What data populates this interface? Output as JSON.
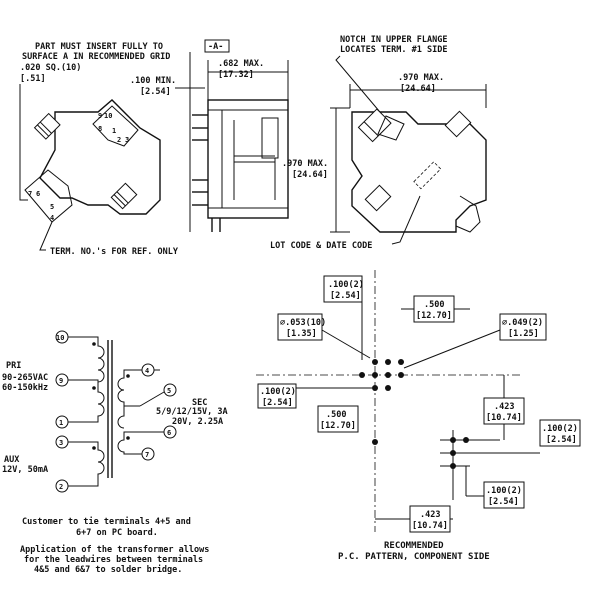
{
  "notes": {
    "insert_line1": "PART MUST INSERT FULLY TO",
    "insert_line2": "SURFACE A IN RECOMMENDED GRID",
    "grid_line1": ".020 SQ.(10)",
    "grid_line2": "[.51]",
    "term_ref": "TERM. NO.'s FOR REF. ONLY",
    "notch_line1": "NOTCH IN UPPER FLANGE",
    "notch_line2": "LOCATES TERM. #1 SIDE",
    "lot_code": "LOT CODE & DATE CODE",
    "tie_line1": "Customer to tie terminals 4+5 and",
    "tie_line2": "6+7 on PC board.",
    "app_line1": "Application of the transformer allows",
    "app_line2": "for the leadwires between terminals",
    "app_line3": "4&5 and 6&7 to solder bridge.",
    "rec_line1": "RECOMMENDED",
    "rec_line2": "P.C. PATTERN, COMPONENT SIDE"
  },
  "dims": {
    "datum": "-A-",
    "min100_in": ".100 MIN.",
    "min100_mm": "[2.54]",
    "max682_in": ".682 MAX.",
    "max682_mm": "[17.32]",
    "w970_in": ".970 MAX.",
    "w970_mm": "[24.64]",
    "h970_in": ".970 MAX.",
    "h970_mm": "[24.64]"
  },
  "pins_top": {
    "p9": "9",
    "p10": "10",
    "p8": "8",
    "p1": "1",
    "p2": "2",
    "p3": "3",
    "p7": "7",
    "p6": "6",
    "p5": "5",
    "p4": "4"
  },
  "schematic": {
    "pri_line1": "PRI",
    "pri_line2": "90-265VAC",
    "pri_line3": "60-150kHz",
    "aux_line1": "AUX",
    "aux_line2": "12V, 50mA",
    "sec_line1": "SEC",
    "sec_line2": "5/9/12/15V, 3A",
    "sec_line3": "20V, 2.25A",
    "t10": "10",
    "t9": "9",
    "t1": "1",
    "t3": "3",
    "t2": "2",
    "t4": "4",
    "t5": "5",
    "t6": "6",
    "t7": "7"
  },
  "pcb": {
    "d100a_in": ".100(2)",
    "d100a_mm": "[2.54]",
    "d053_in": "⌀.053(10)",
    "d053_mm": "[1.35]",
    "d500a_in": ".500",
    "d500a_mm": "[12.70]",
    "d049_in": "⌀.049(2)",
    "d049_mm": "[1.25]",
    "d100b_in": ".100(2)",
    "d100b_mm": "[2.54]",
    "d500b_in": ".500",
    "d500b_mm": "[12.70]",
    "d423a_in": ".423",
    "d423a_mm": "[10.74]",
    "d100c_in": ".100(2)",
    "d100c_mm": "[2.54]",
    "d100d_in": ".100(2)",
    "d100d_mm": "[2.54]",
    "d423b_in": ".423",
    "d423b_mm": "[10.74]"
  }
}
